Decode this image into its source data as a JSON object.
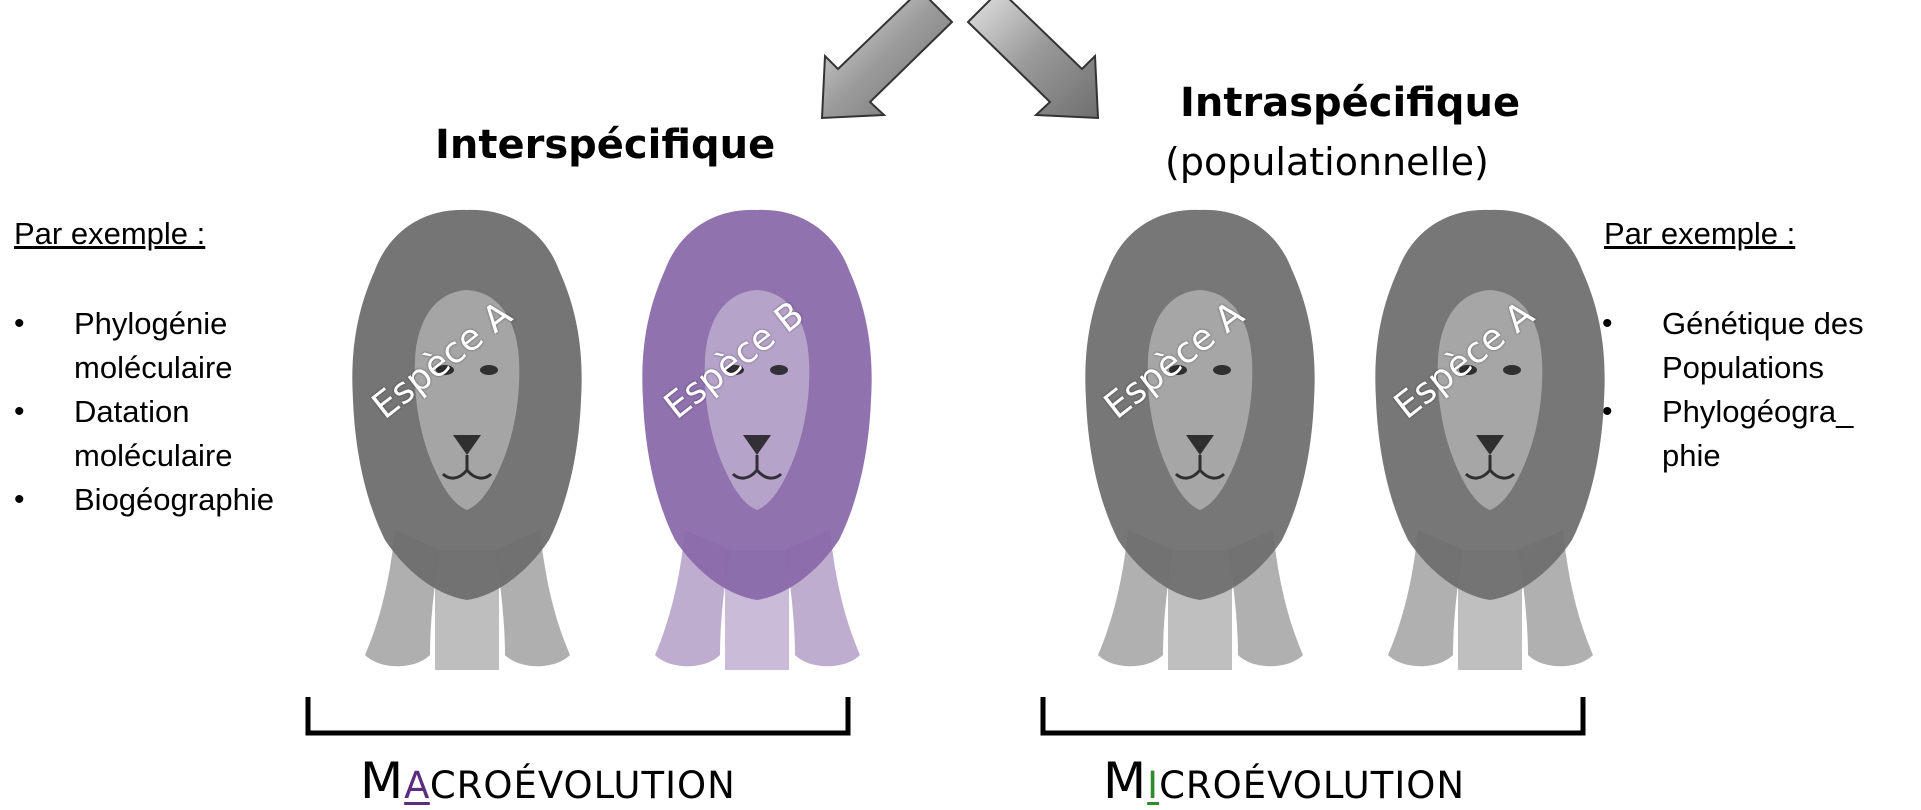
{
  "left": {
    "heading": "Interspécifique",
    "example_title": "Par exemple :",
    "examples": [
      {
        "lines": [
          "Phylogénie",
          "moléculaire"
        ]
      },
      {
        "lines": [
          "Datation",
          "moléculaire"
        ]
      },
      {
        "lines": [
          "Biogéographie"
        ]
      }
    ],
    "lion_a_label": "Espèce A",
    "lion_b_label": "Espèce B",
    "evo_first": "M",
    "evo_key": "A",
    "evo_rest": "CROÉVOLUTION",
    "key_color": "#5b2d80"
  },
  "right": {
    "heading": "Intraspécifique",
    "subheading": "(populationnelle)",
    "example_title": "Par exemple :",
    "examples": [
      {
        "lines": [
          "Génétique des",
          "Populations"
        ]
      },
      {
        "lines": [
          "Phylogéogra_",
          "phie"
        ]
      }
    ],
    "lion_a_label": "Espèce A",
    "lion_b_label": "Espèce A",
    "evo_first": "M",
    "evo_key": "I",
    "evo_rest": "CROÉVOLUTION",
    "key_color": "#2e8b2e"
  },
  "colors": {
    "lion_gray": "#6e6e6e",
    "lion_purple": "#8a6aaa",
    "arrow": "#8c8c8c"
  }
}
